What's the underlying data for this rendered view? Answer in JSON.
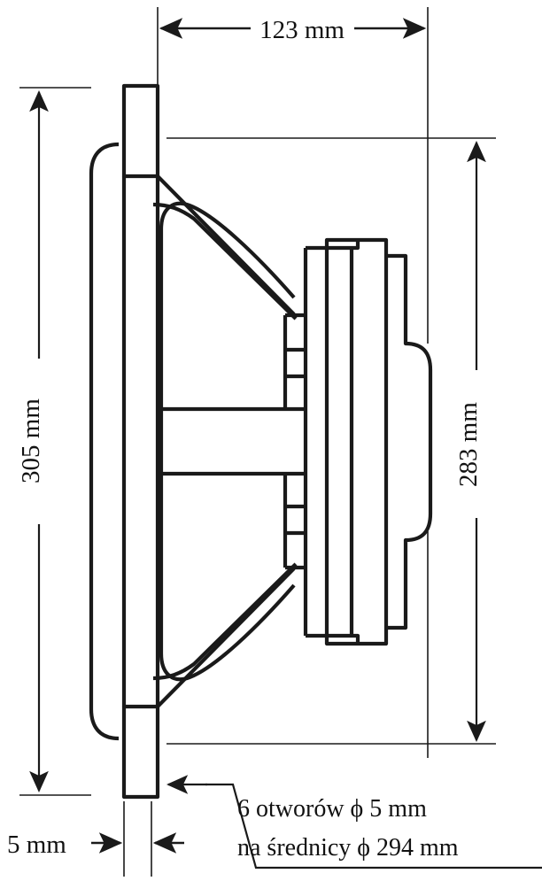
{
  "drawing": {
    "title": "Loudspeaker cross-section dimensioned drawing",
    "background_color": "#ffffff",
    "line_color": "#1a1a1a",
    "dimensions": {
      "width_top": {
        "label": "123 mm",
        "value": 123,
        "unit": "mm",
        "orientation": "horizontal",
        "position": "top"
      },
      "height_left": {
        "label": "305 mm",
        "value": 305,
        "unit": "mm",
        "orientation": "vertical-rotated",
        "position": "left"
      },
      "height_right": {
        "label": "283 mm",
        "value": 283,
        "unit": "mm",
        "orientation": "vertical-rotated",
        "position": "right"
      },
      "flange_thickness": {
        "label": "5 mm",
        "value": 5,
        "unit": "mm",
        "orientation": "horizontal",
        "position": "bottom-left"
      }
    },
    "notes": {
      "hole_note_line1": "6 otworów ϕ 5 mm",
      "hole_note_line2": "na średnicy ϕ 294 mm",
      "hole_count": 6,
      "hole_diameter": 5,
      "bolt_circle_diameter": 294,
      "unit": "mm"
    }
  }
}
